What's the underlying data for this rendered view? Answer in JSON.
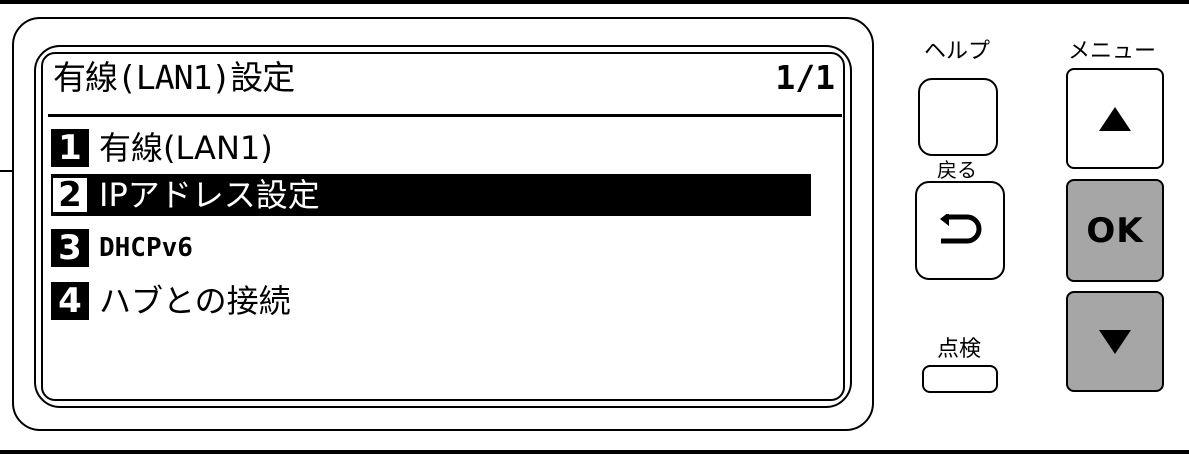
{
  "lcd": {
    "title": "有線(LAN1)設定",
    "page_indicator": "1/1",
    "menu_items": [
      {
        "number": "1",
        "label": "有線(LAN1)",
        "selected": false
      },
      {
        "number": "2",
        "label": "IPアドレス設定",
        "selected": true
      },
      {
        "number": "3",
        "label": "DHCPv6",
        "selected": false
      },
      {
        "number": "4",
        "label": "ハブとの接続",
        "selected": false
      }
    ]
  },
  "keys": {
    "help_label": "ヘルプ",
    "back_label": "戻る",
    "check_label": "点検",
    "menu_label": "メニュー",
    "ok_label": "OK"
  },
  "colors": {
    "selection_background": "#000000",
    "ok_key_background": "#a6a6a6"
  },
  "icons": {
    "back": "back-arrow-icon",
    "up": "up-triangle-icon",
    "down": "down-triangle-icon"
  }
}
